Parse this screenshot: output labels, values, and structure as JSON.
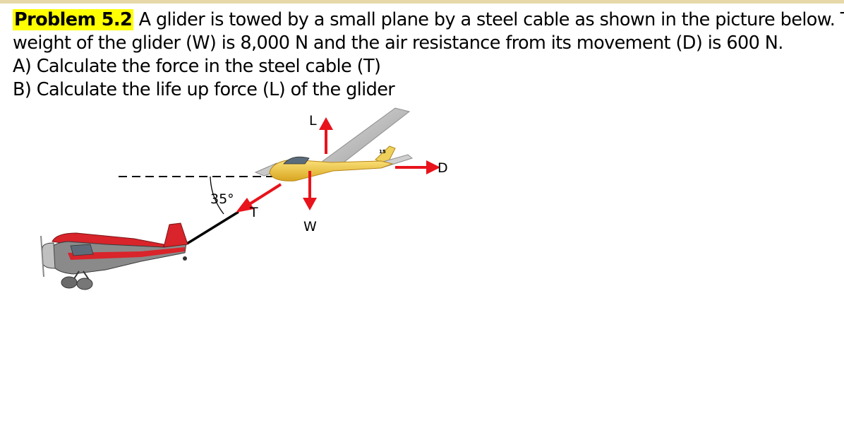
{
  "problem": {
    "number": "Problem 5.2",
    "line1": "A glider is towed by a small plane by a steel cable as shown in the picture below. The",
    "line2": "weight of the glider (W) is 8,000 N and the air resistance from its movement (D) is 600 N.",
    "part_a": "A)  Calculate the force in the steel cable (T)",
    "part_b": "B)  Calculate the life up force (L) of the glider"
  },
  "diagram": {
    "angle_label": "35°",
    "force_lift": "L",
    "force_weight": "W",
    "force_tension": "T",
    "force_drag": "D",
    "glider_number": "15"
  },
  "colors": {
    "arrow": "#e8131b",
    "glider": "#f0c43a",
    "plane_red": "#d8242a",
    "plane_grey": "#8a8a8a",
    "highlight": "#ffff00"
  }
}
